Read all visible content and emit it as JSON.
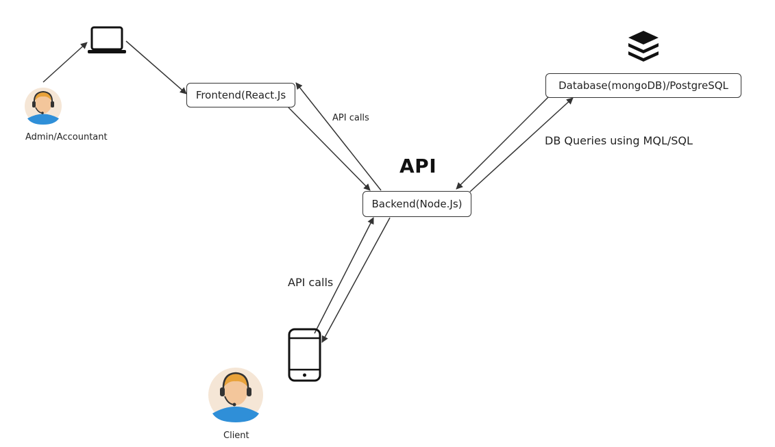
{
  "nodes": {
    "frontend": "Frontend(React.Js",
    "backend": "Backend(Node.Js)",
    "database": "Database(mongoDB)/PostgreSQL"
  },
  "actors": {
    "admin": "Admin/Accountant",
    "client": "Client"
  },
  "labels": {
    "api_heading": "API",
    "api_calls_top": "API calls",
    "api_calls_bottom": "API calls",
    "db_queries": "DB Queries using MQL/SQL"
  },
  "icons": [
    "laptop-icon",
    "database-stack-icon",
    "smartphone-icon",
    "admin-avatar-icon",
    "client-avatar-icon"
  ],
  "colors": {
    "line": "#333333",
    "avatar_bg": "#f5e6d6",
    "shirt": "#2f8fd8",
    "hair": "#e8a23a"
  }
}
